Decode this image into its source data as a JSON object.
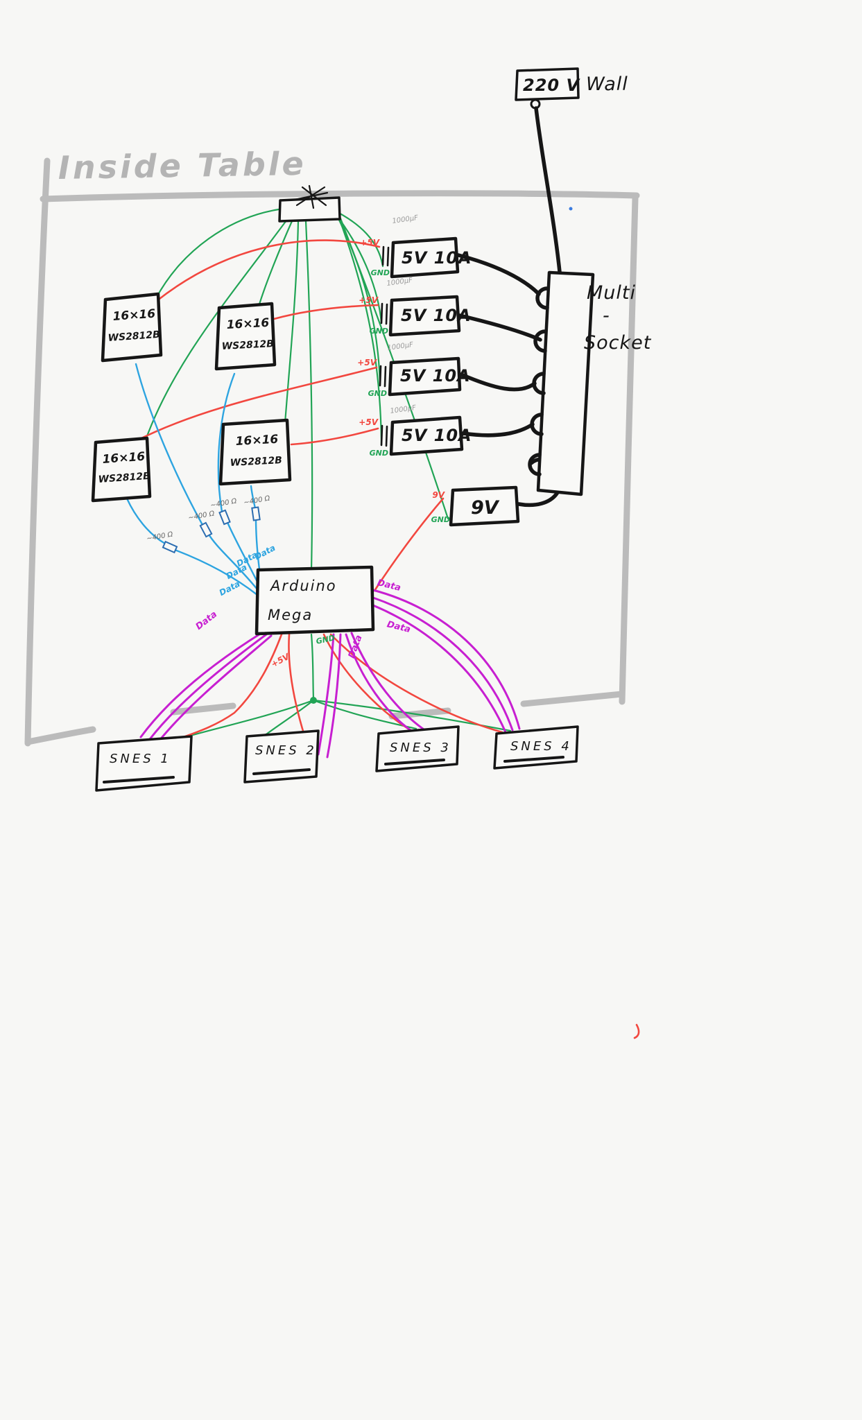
{
  "title": "Inside Table",
  "wall": {
    "voltage": "220 V",
    "label": "Wall"
  },
  "multi_socket": {
    "line1": "Multi",
    "line2": "-",
    "line3": "Socket"
  },
  "psus": [
    {
      "label": "5V 10A",
      "cap": "1000μF",
      "vplus": "+5V",
      "gnd": "GND"
    },
    {
      "label": "5V 10A",
      "cap": "1000μF",
      "vplus": "+5V",
      "gnd": "GND"
    },
    {
      "label": "5V 10A",
      "cap": "1000μF",
      "vplus": "+5V",
      "gnd": "GND"
    },
    {
      "label": "5V 10A",
      "cap": "1000μF",
      "vplus": "+5V",
      "gnd": "GND"
    }
  ],
  "aux_supply": {
    "label": "9V",
    "vplus": "9V",
    "gnd": "GND"
  },
  "panels": [
    {
      "line1": "16×16",
      "line2": "WS2812B"
    },
    {
      "line1": "16×16",
      "line2": "WS2812B"
    },
    {
      "line1": "16×16",
      "line2": "WS2812B"
    },
    {
      "line1": "16×16",
      "line2": "WS2812B"
    }
  ],
  "arduino": {
    "line1": "Arduino",
    "line2": "Mega"
  },
  "consoles": [
    {
      "label": "SNES 1"
    },
    {
      "label": "SNES 2"
    },
    {
      "label": "SNES 3"
    },
    {
      "label": "SNES 4"
    }
  ],
  "wire_labels": {
    "data": "Data",
    "resistor": "~400 Ω",
    "vplus": "+5V",
    "gnd": "GND"
  },
  "colors": {
    "power_5v": "#f2473f",
    "ground": "#21a455",
    "led_data": "#2da4e0",
    "controller_data": "#c71fd1",
    "mains": "#161616",
    "frame": "#bbbbbb"
  }
}
